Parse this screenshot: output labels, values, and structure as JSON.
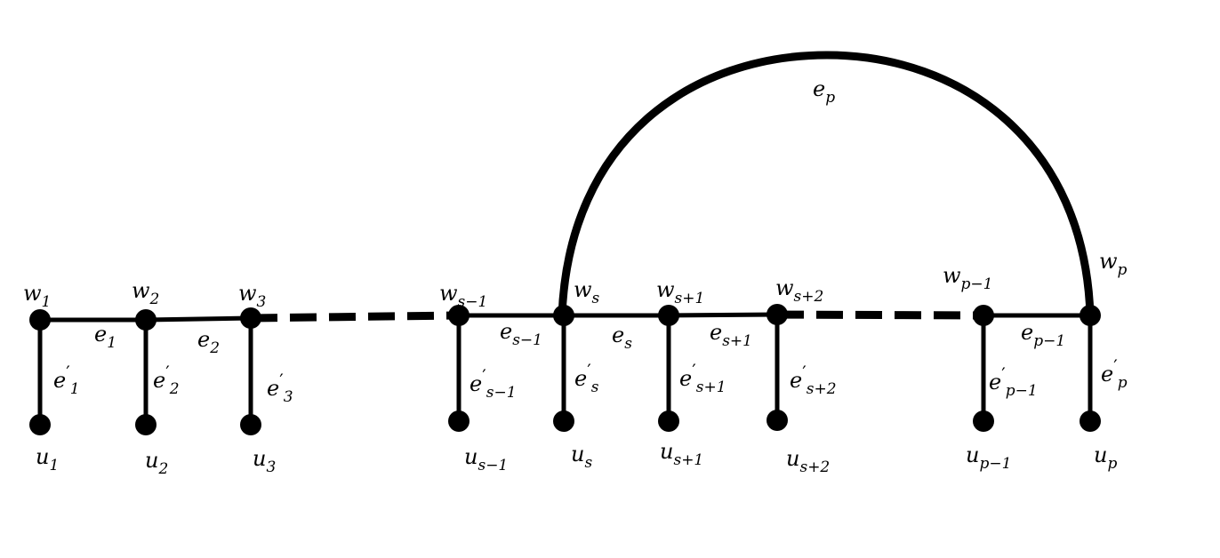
{
  "diagram": {
    "arc_edge": {
      "name": "e",
      "sub": "p"
    },
    "top_vertices": [
      {
        "name": "w",
        "sub": "1"
      },
      {
        "name": "w",
        "sub": "2"
      },
      {
        "name": "w",
        "sub": "3"
      },
      {
        "name": "w",
        "sub": "s−1"
      },
      {
        "name": "w",
        "sub": "s"
      },
      {
        "name": "w",
        "sub": "s+1"
      },
      {
        "name": "w",
        "sub": "s+2"
      },
      {
        "name": "w",
        "sub": "p−1"
      },
      {
        "name": "w",
        "sub": "p"
      }
    ],
    "bottom_vertices": [
      {
        "name": "u",
        "sub": "1"
      },
      {
        "name": "u",
        "sub": "2"
      },
      {
        "name": "u",
        "sub": "3"
      },
      {
        "name": "u",
        "sub": "s−1"
      },
      {
        "name": "u",
        "sub": "s"
      },
      {
        "name": "u",
        "sub": "s+1"
      },
      {
        "name": "u",
        "sub": "s+2"
      },
      {
        "name": "u",
        "sub": "p−1"
      },
      {
        "name": "u",
        "sub": "p"
      }
    ],
    "path_edges": [
      {
        "name": "e",
        "sub": "1"
      },
      {
        "name": "e",
        "sub": "2"
      },
      {
        "name": "e",
        "sub": "s−1"
      },
      {
        "name": "e",
        "sub": "s"
      },
      {
        "name": "e",
        "sub": "s+1"
      },
      {
        "name": "e",
        "sub": "p−1"
      }
    ],
    "pendant_edges": [
      {
        "name": "e",
        "prime": "′",
        "sub": "1"
      },
      {
        "name": "e",
        "prime": "′",
        "sub": "2"
      },
      {
        "name": "e",
        "prime": "′",
        "sub": "3"
      },
      {
        "name": "e",
        "prime": "′",
        "sub": "s−1"
      },
      {
        "name": "e",
        "prime": "′",
        "sub": "s"
      },
      {
        "name": "e",
        "prime": "′",
        "sub": "s+1"
      },
      {
        "name": "e",
        "prime": "′",
        "sub": "s+2"
      },
      {
        "name": "e",
        "prime": "′",
        "sub": "p−1"
      },
      {
        "name": "e",
        "prime": "′",
        "sub": "p"
      }
    ]
  }
}
